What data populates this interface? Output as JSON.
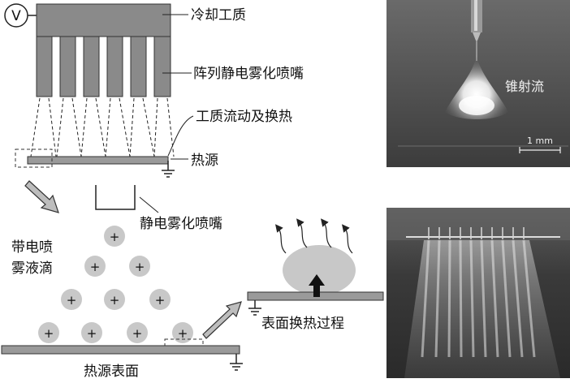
{
  "labels": {
    "voltage": "V",
    "coolant": "冷却工质",
    "nozzle_array": "阵列静电雾化喷嘴",
    "flow_heat_exchange": "工质流动及换热",
    "heat_source": "热源",
    "single_nozzle": "静电雾化喷嘴",
    "charged_droplets_line1": "带电喷",
    "charged_droplets_line2": "雾液滴",
    "surface_process": "表面换热过程",
    "heat_source_surface": "热源表面",
    "cone_jet": "锥射流",
    "scale_bar": "1 mm"
  },
  "droplet_charge_symbol": "+",
  "colors": {
    "nozzle_gray": "#8a8a8a",
    "plate_gray": "#9a9a9a",
    "droplet_gray": "#c8c8c8",
    "photo_dark": "#4a4a4a"
  }
}
